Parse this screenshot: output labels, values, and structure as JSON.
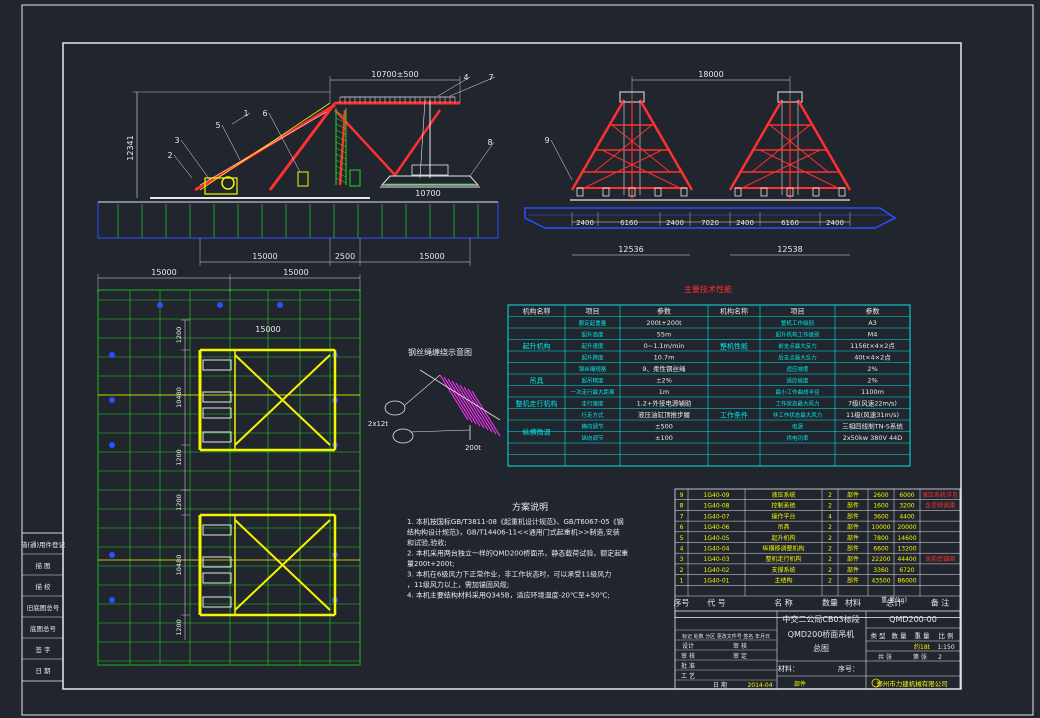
{
  "colors": {
    "bg": "#21252e",
    "white": "#e8e8e8",
    "red": "#ff3030",
    "yellow": "#f5f500",
    "green": "#22d422",
    "blue": "#2850ff",
    "cyan": "#00e8e8",
    "magenta": "#ff30ff"
  },
  "dims": {
    "top_span": "10700±500",
    "height": "12341",
    "span_left": "15000",
    "span_mid": "2500",
    "span_right": "15000",
    "block_width": "10700",
    "right_top": "18000",
    "right_b1": "2400",
    "right_b2": "6160",
    "right_b3": "2400",
    "right_b4": "7020",
    "right_b5": "2400",
    "right_b6": "6160",
    "right_b7": "2400",
    "right_bottom_l": "12536",
    "right_bottom_r": "12538",
    "plan_top_l": "15000",
    "plan_top_r": "15000",
    "plan_inner": "15000",
    "plan_v1": "1200",
    "plan_v2": "10480",
    "plan_v3": "1200",
    "plan_v4": "1200",
    "plan_v5": "10480",
    "plan_v6": "1200"
  },
  "callouts": [
    "1",
    "2",
    "3",
    "4",
    "5",
    "6",
    "7",
    "8",
    "9"
  ],
  "winch": {
    "title": "钢丝绳缠绕示意图",
    "left_label": "2x12t",
    "right_label": "200t"
  },
  "scheme": {
    "title": "方案说明",
    "lines": [
      "1. 本机按国标GB/T3811-08《起重机设计规范》、GB/T6067-05《钢",
      "   结构构设计规范》，GB/T14406-11<<通用门式起重机>>制造,安装",
      "   和试验,验收;",
      "2. 本机采用两台独立一样的QMD200桥面吊，静态载荷试验，额定起重",
      "   量200t+200t;",
      "3. 本机在6级风力下正常作业，非工作状态时，可以承受11级风力",
      "   ，11级风力以上，需加锚固风缆;",
      "4. 本机主要结构材料采用Q345B，适应环境温度-20℃至+50℃;"
    ]
  },
  "tech": {
    "title": "主要技术性能",
    "h_mech": "机构名称",
    "h_item": "项目",
    "h_param": "参数",
    "left_groups": [
      {
        "name": "起升机构",
        "rows": [
          [
            "额定起重量",
            "200t+200t"
          ],
          [
            "起升高度",
            "55m"
          ],
          [
            "起升速度",
            "0~1.1m/min"
          ],
          [
            "起升跨度",
            "10.7m"
          ],
          [
            "钢丝绳规格",
            "9、柔性钢丝绳"
          ]
        ]
      },
      {
        "name": "吊具",
        "rows": [
          [
            "起吊精度",
            "±2%"
          ]
        ]
      },
      {
        "name": "整机走行机构",
        "rows": [
          [
            "一次走行最大距离",
            "1m"
          ],
          [
            "走行速度",
            "1.2+外接电源辅助"
          ],
          [
            "行走方式",
            "液压油缸顶推步履"
          ]
        ]
      },
      {
        "name": "纵横微调",
        "rows": [
          [
            "横向调节",
            "±500"
          ],
          [
            "纵向调节",
            "±100"
          ]
        ]
      }
    ],
    "right_groups": [
      {
        "name": "整机性能",
        "rows": [
          [
            "整机工作级别",
            "A3"
          ],
          [
            "起升机构工作级别",
            "M4"
          ],
          [
            "前支点最大反力",
            "1156t×4×2点"
          ],
          [
            "后支点最大反力",
            "40t×4×2点"
          ],
          [
            "适应坡度",
            "2%"
          ]
        ]
      },
      {
        "name": "",
        "rows": [
          [
            "适应坡度",
            "2%"
          ]
        ]
      },
      {
        "name": "工作条件",
        "rows": [
          [
            "最小工作曲线半径",
            "1100m"
          ],
          [
            "工作状态最大风力",
            "7级(风速22m/s)"
          ],
          [
            "非工作状态最大风力",
            "11级(风速31m/s)"
          ],
          [
            "电源",
            "三相四线制TN-S系统"
          ],
          [
            "供电功率",
            "2x50kw 380V 44D"
          ]
        ]
      }
    ]
  },
  "parts": {
    "rows": [
      [
        "9",
        "1G40-09",
        "液压系统",
        "2",
        "部件",
        "2600",
        "6000",
        "液压系统详见"
      ],
      [
        "8",
        "1G40-08",
        "控制系统",
        "2",
        "部件",
        "1600",
        "3200",
        "含变频调速"
      ],
      [
        "7",
        "1G40-07",
        "操作平台",
        "4",
        "部件",
        "3600",
        "4400",
        ""
      ],
      [
        "6",
        "1G40-06",
        "吊具",
        "2",
        "部件",
        "10000",
        "20000",
        ""
      ],
      [
        "5",
        "1G40-05",
        "起升机构",
        "2",
        "部件",
        "7800",
        "14600",
        ""
      ],
      [
        "4",
        "1G40-04",
        "纵横移调整机构",
        "2",
        "部件",
        "6600",
        "13200",
        ""
      ],
      [
        "3",
        "1G40-03",
        "整机走行机构",
        "2",
        "部件",
        "22200",
        "44400",
        "含前后锚固"
      ],
      [
        "2",
        "1G40-02",
        "支撑系统",
        "2",
        "部件",
        "3360",
        "6720",
        ""
      ],
      [
        "1",
        "1G40-01",
        "主结构",
        "2",
        "部件",
        "43500",
        "86000",
        ""
      ]
    ],
    "header": [
      "序号",
      "代 号",
      "名 称",
      "数量",
      "材料",
      "单件",
      "总计",
      "备 注"
    ],
    "weight_label": "重 量(kg)"
  },
  "title_block": {
    "company": "中交二公局CB03标段",
    "drawing": "QMD200桥面吊机",
    "sub": "总图",
    "code": "QMD200-00",
    "material_label": "材料：",
    "serial_label": "序号：",
    "type": "类 型",
    "amount": "数 量",
    "weight": "重 量",
    "scale": "比 例",
    "weight_val": "约18t",
    "scale_val": "1:150",
    "sheets": "共 张",
    "sheet_no": "第 张",
    "sheet_val": "2",
    "design": "设计",
    "check": "审 核",
    "draw": "绘 图",
    "review": "审 定",
    "process": "工 艺",
    "date": "日 期",
    "date_val": "2014-04",
    "approve": "批 准",
    "part": "部件",
    "stamp": "标记 处数 分区 更改文件号 签名 年月日",
    "maker": "郑州市力建机械有限公司"
  },
  "left_stamp": [
    "借(通)用件登记",
    "描 图",
    "描 校",
    "旧底图总号",
    "底图总号",
    "签 字",
    "日 期"
  ]
}
